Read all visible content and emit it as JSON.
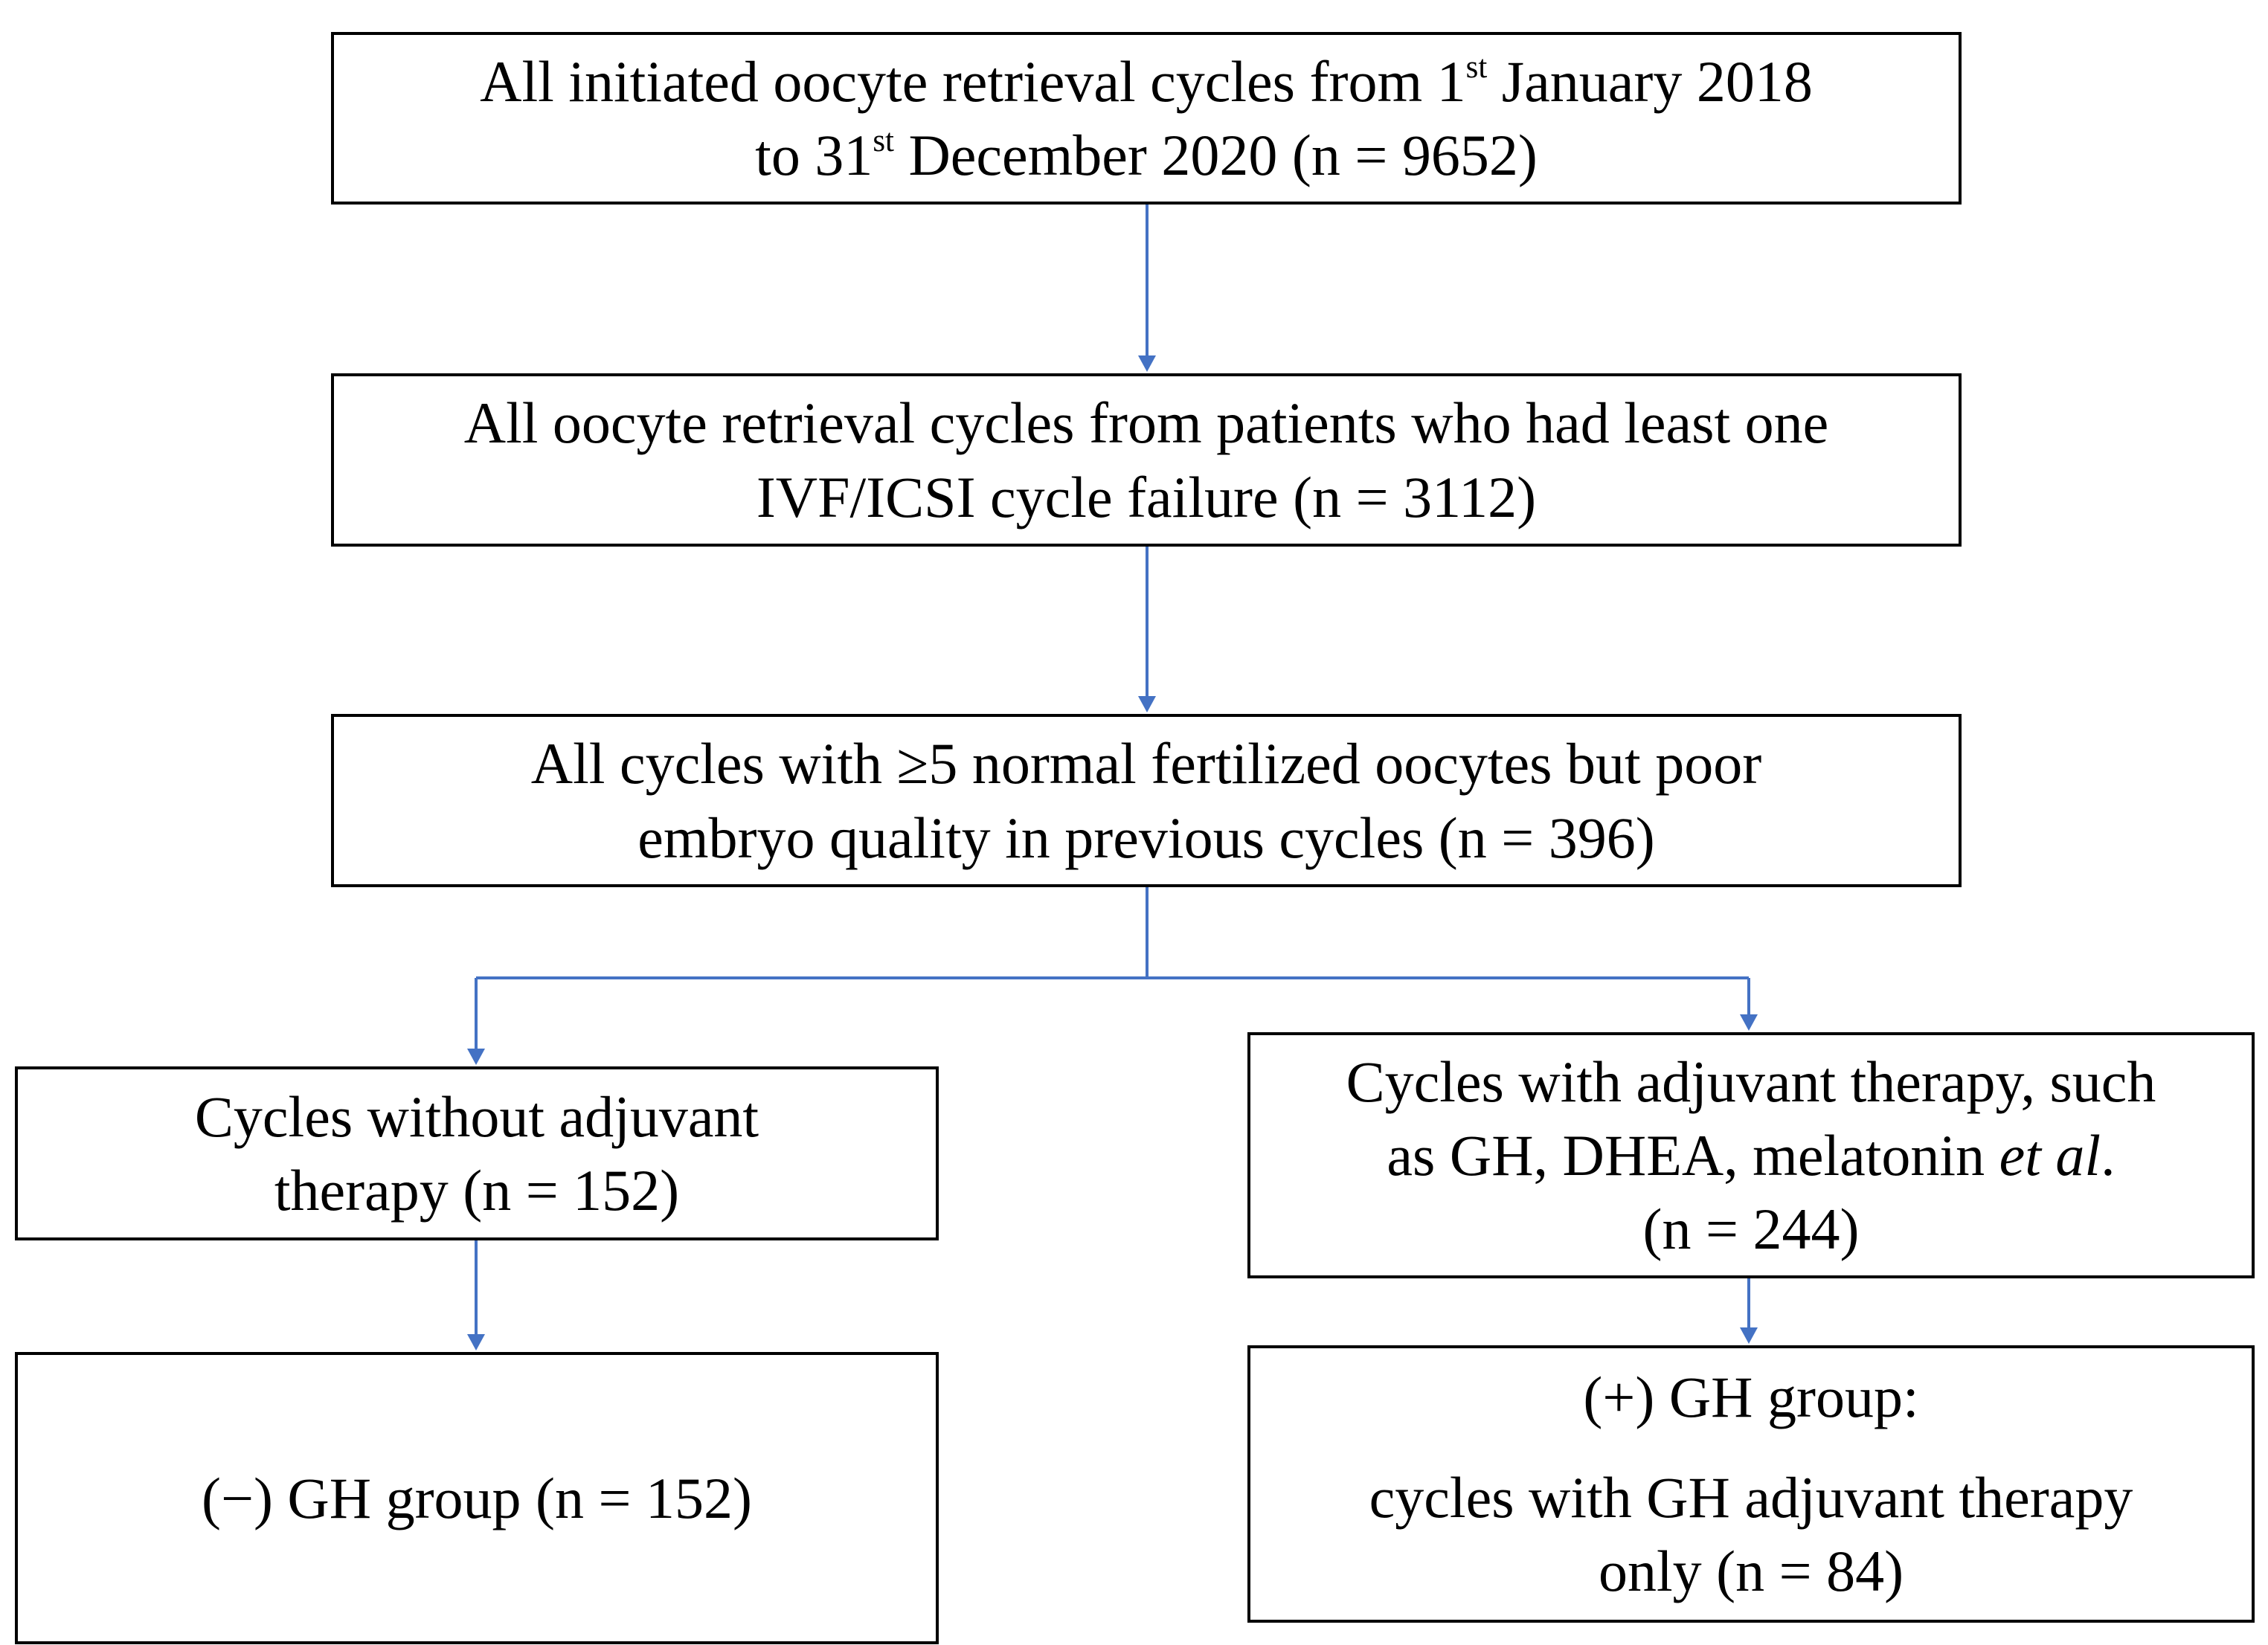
{
  "boxes": {
    "all_cycles": {
      "line1_pre": "All initiated oocyte retrieval cycles from 1",
      "line1_sup": "st",
      "line1_post": " January 2018",
      "line2_pre": "to 31",
      "line2_sup": "st",
      "line2_post": " December 2020 (n = 9652)"
    },
    "failure": {
      "line1": "All oocyte retrieval cycles from patients who had least one",
      "line2": "IVF/ICSI cycle failure (n = 3112)"
    },
    "poor_quality": {
      "line1": "All cycles with ≥5 normal fertilized oocytes but poor",
      "line2": "embryo quality in previous cycles (n = 396)"
    },
    "without_adjuvant": {
      "line1": "Cycles without adjuvant",
      "line2": "therapy (n = 152)"
    },
    "with_adjuvant": {
      "line1": "Cycles with adjuvant therapy, such",
      "line2_pre": "as GH, DHEA, melatonin ",
      "line2_em": "et al",
      "line2_post": ".",
      "line3": "(n = 244)"
    },
    "minus_gh": {
      "line1": "(−) GH group (n = 152)"
    },
    "plus_gh": {
      "line1": "(+) GH group:",
      "line2": "cycles with GH adjuvant therapy",
      "line3": "only (n = 84)"
    }
  },
  "colors": {
    "connector": "#4472C4",
    "box_border": "#000000"
  }
}
